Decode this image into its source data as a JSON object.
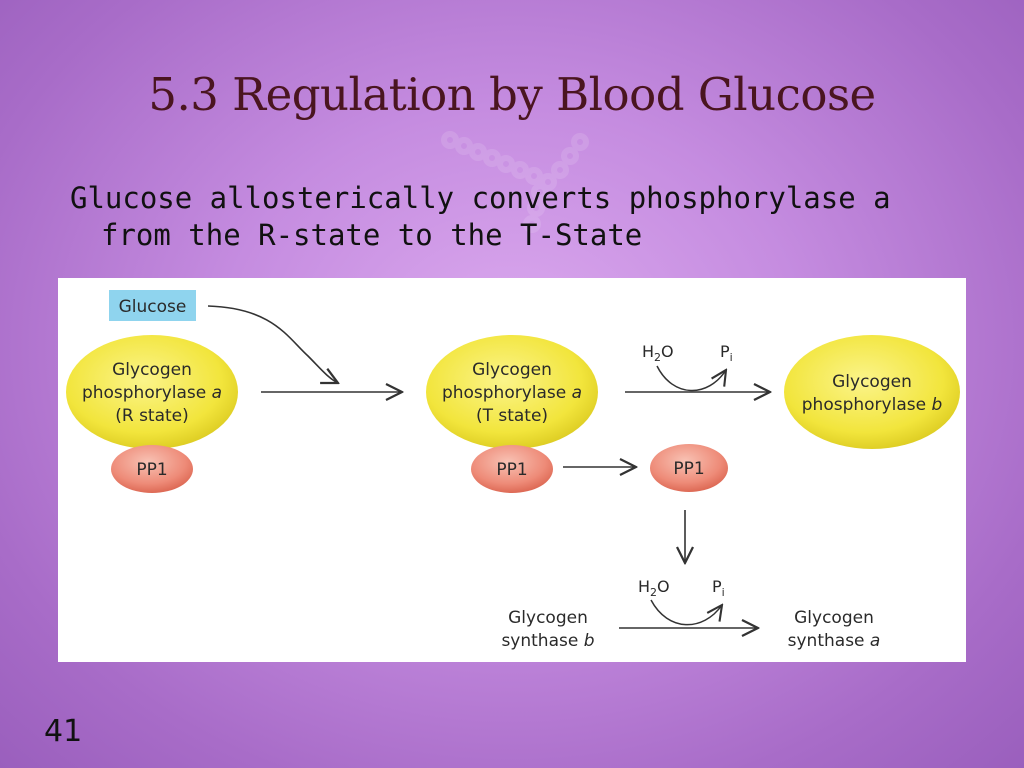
{
  "slide": {
    "title": "5.3 Regulation by Blood Glucose",
    "body_line1": "Glucose allosterically converts phosphorylase a",
    "body_line2": "from the R-state to the T-State",
    "slide_number": "41"
  },
  "diagram": {
    "glucose_label": "Glucose",
    "phosphorylase_r": {
      "line1": "Glycogen",
      "line2_text": "phosphorylase ",
      "line2_italic": "a",
      "line3": "(R state)"
    },
    "phosphorylase_t": {
      "line1": "Glycogen",
      "line2_text": "phosphorylase ",
      "line2_italic": "a",
      "line3": "(T state)"
    },
    "phosphorylase_b": {
      "line1": "Glycogen",
      "line2_text": "phosphorylase ",
      "line2_italic": "b"
    },
    "pp1_label": "PP1",
    "water_label": "H",
    "water_sub": "2",
    "water_tail": "O",
    "pi_label": "P",
    "pi_sub": "i",
    "synthase_b": {
      "line1": "Glycogen",
      "line2_text": "synthase ",
      "line2_italic": "b"
    },
    "synthase_a": {
      "line1": "Glycogen",
      "line2_text": "synthase ",
      "line2_italic": "a"
    },
    "colors": {
      "glucose_box": "#8fd4ee",
      "phosphorylase": "#f4e84a",
      "pp1": "#ee8b78",
      "arrow": "#333333"
    }
  }
}
